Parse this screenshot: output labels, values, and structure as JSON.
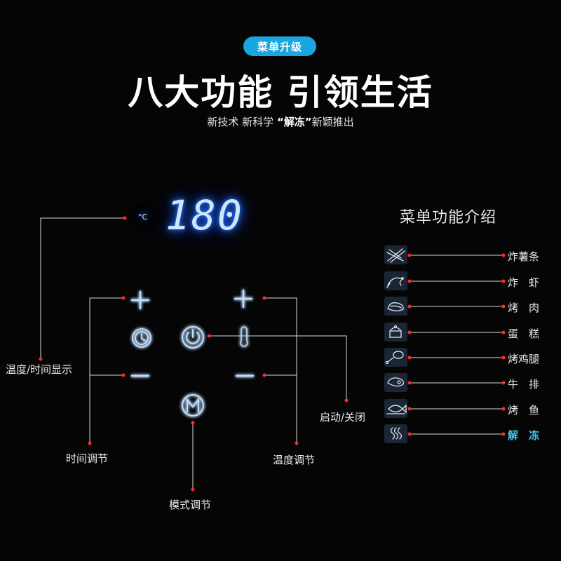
{
  "badge": "菜单升级",
  "headline": "八大功能 引领生活",
  "subline": {
    "prefix": "新技术 新科学 ",
    "highlight": "“解冻”",
    "suffix": "新颖推出"
  },
  "display": {
    "digits": "180",
    "unit": "°C"
  },
  "callouts": {
    "temp_time_display": "温度/时间显示",
    "time_adjust": "时间调节",
    "mode_adjust": "模式调节",
    "temp_adjust": "温度调节",
    "power": "启动/关闭"
  },
  "menu_panel": {
    "title": "菜单功能介绍",
    "items": [
      {
        "label": "炸薯条",
        "icon": "fries-icon"
      },
      {
        "label": "炸　虾",
        "icon": "shrimp-icon"
      },
      {
        "label": "烤　肉",
        "icon": "meat-icon"
      },
      {
        "label": "蛋　糕",
        "icon": "cake-icon"
      },
      {
        "label": "烤鸡腿",
        "icon": "drumstick-icon"
      },
      {
        "label": "牛　排",
        "icon": "steak-icon"
      },
      {
        "label": "烤　鱼",
        "icon": "fish-icon"
      },
      {
        "label": "解　冻",
        "icon": "defrost-icon"
      }
    ]
  },
  "colors": {
    "background": "#050506",
    "accent_blue": "#1aa6de",
    "glow_blue": "#2a7bff",
    "leader_dot": "#ff2a2a",
    "defrost_label": "#42c6f2"
  }
}
